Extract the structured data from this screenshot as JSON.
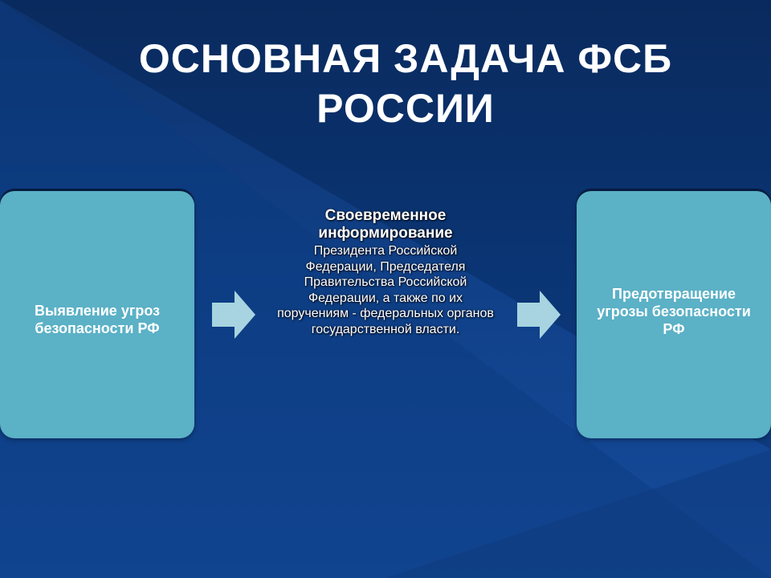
{
  "slide": {
    "title": "ОСНОВНАЯ ЗАДАЧА ФСБ РОССИИ",
    "background_color": "#0c3a7e",
    "box_color": "#5bb1c6",
    "arrow_color": "#a7d4e0"
  },
  "diagram": {
    "left_box": {
      "label": "Выявление угроз безопасности РФ"
    },
    "middle": {
      "heading": "Своевременное информирование",
      "body": "Президента Российской Федерации, Председателя Правительства Российской Федерации, а также по их поручениям - федеральных органов государственной власти."
    },
    "right_box": {
      "label": "Предотвращение угрозы безопасности РФ"
    },
    "arrows": [
      {
        "icon": "right-arrow-icon"
      },
      {
        "icon": "right-arrow-icon"
      }
    ]
  }
}
